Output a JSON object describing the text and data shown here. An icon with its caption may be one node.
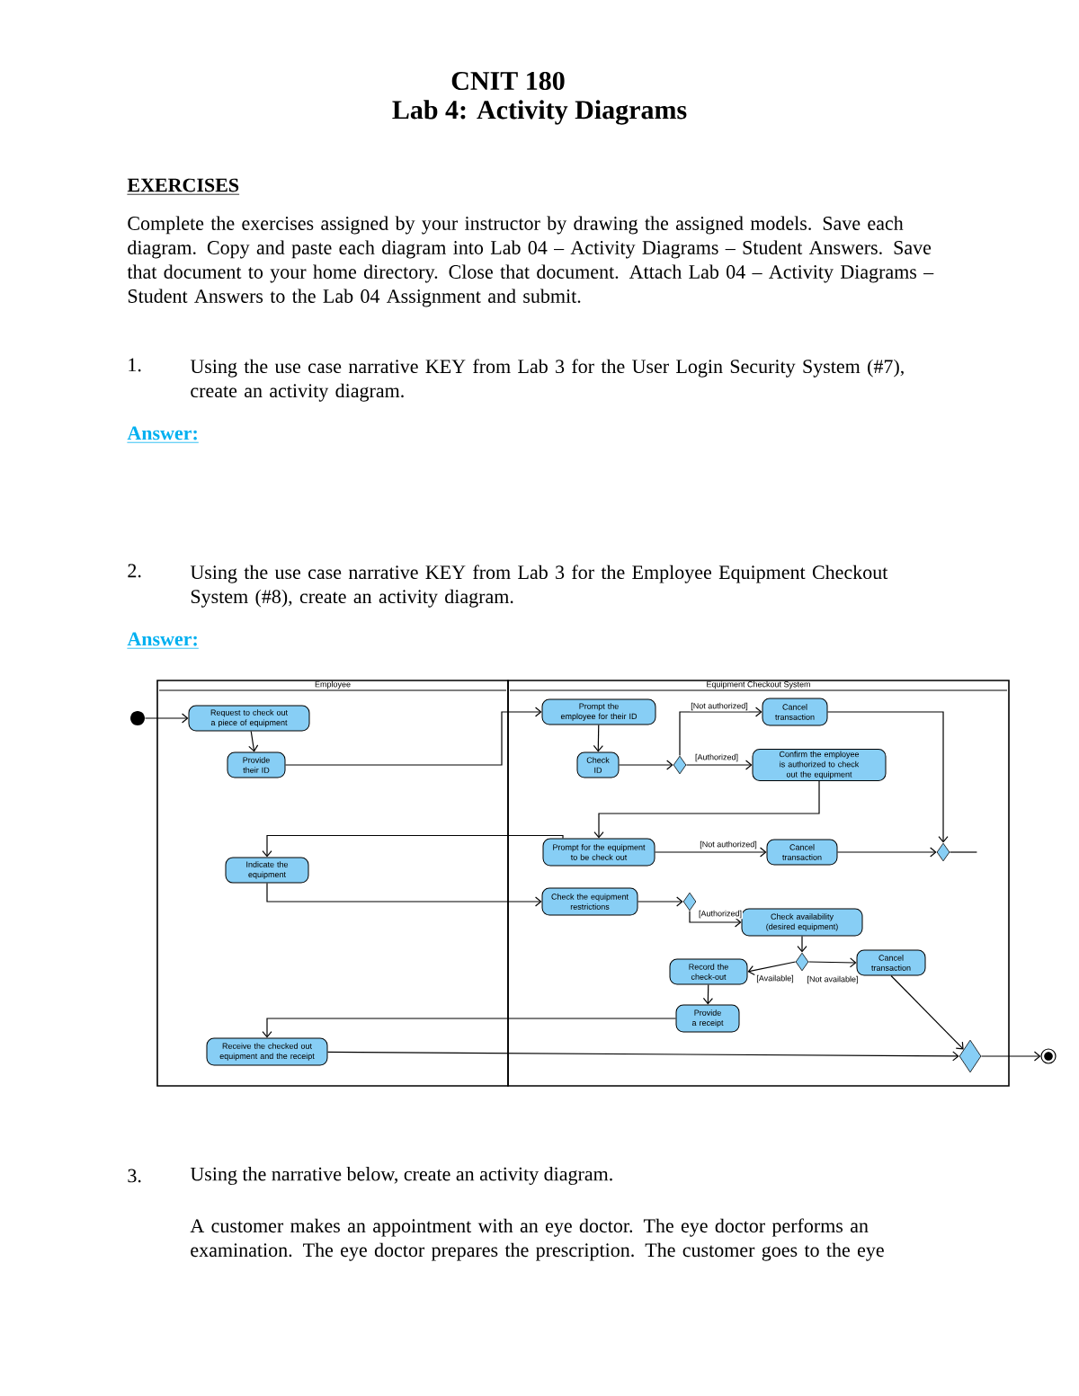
{
  "diagram": {
    "title": "CNIT 180",
    "nodes": [
      {
        "text": [
          "Employee"
        ]
      },
      {
        "text": [
          "Equipment Checkout System"
        ]
      },
      {
        "text": [],
        "shape": "circle"
      },
      {
        "text": [
          "Request to check out a piece of equipment"
        ],
        "in": 0
      },
      {
        "text": [
          "Provide their ID"
        ],
        "in": 0
      },
      {
        "text": [
          "Indicate the equipment"
        ],
        "in": 0
      },
      {
        "text": [
          "Receive the checked out equipment and the receipt"
        ],
        "in": 0
      },
      {
        "text": [
          "Prompt the employee for their ID"
        ],
        "in": 1
      },
      {
        "text": [
          "Check ID"
        ],
        "in": 1
      },
      {
        "text": [],
        "shape": "diamond",
        "in": 1
      },
      {
        "text": [
          "Cancel transaction"
        ],
        "in": 1
      },
      {
        "text": [
          "Confirm the employee is authorized to check out the equipment"
        ],
        "in": 1
      },
      {
        "text": [
          "Prompt for the equipment to be check out"
        ],
        "in": 1
      },
      {
        "text": [
          "Cancel transaction"
        ],
        "in": 1
      },
      {
        "text": [],
        "shape": "diamond",
        "in": 1
      },
      {
        "text": [
          "Check the equipment restrictions"
        ],
        "in": 1
      },
      {
        "text": [],
        "shape": "diamond",
        "in": 1
      },
      {
        "text": [
          "Check availability (desired equipment)"
        ],
        "in": 1
      },
      {
        "text": [],
        "shape": "diamond",
        "in": 1
      },
      {
        "text": [
          "Record the check-out"
        ],
        "in": 1
      },
      {
        "text": [
          "Cancel transaction"
        ],
        "in": 1
      },
      {
        "text": [
          "Provide a receipt"
        ],
        "in": 1
      },
      {
        "text": [],
        "shape": "diamond",
        "in": 1
      },
      {
        "text": [],
        "shape": "circle"
      }
    ],
    "edges": [
      {
        "from": 2,
        "to": 3,
        "arrow": "to"
      },
      {
        "from": 3,
        "to": 4,
        "arrow": "to"
      },
      {
        "from": 4,
        "to": 7,
        "arrow": "to"
      },
      {
        "from": 7,
        "to": 8,
        "arrow": "to"
      },
      {
        "from": 8,
        "to": 9,
        "arrow": "to"
      },
      {
        "from": 9,
        "to": 10,
        "arrow": "to",
        "label": "[Not authorized]"
      },
      {
        "from": 9,
        "to": 11,
        "arrow": "to",
        "label": "[Authorized]"
      },
      {
        "from": 11,
        "to": 12,
        "arrow": "to"
      },
      {
        "from": 12,
        "to": 5,
        "arrow": "to"
      },
      {
        "from": 12,
        "to": 13,
        "arrow": "to",
        "label": "[Not authorized]"
      },
      {
        "from": 13,
        "to": 14,
        "arrow": "to"
      },
      {
        "from": 10,
        "to": 14,
        "arrow": "to"
      },
      {
        "from": 14,
        "to": null,
        "arrow": "none"
      },
      {
        "from": 5,
        "to": 15,
        "arrow": "to"
      },
      {
        "from": 15,
        "to": 16,
        "arrow": "to"
      },
      {
        "from": 16,
        "to": 17,
        "arrow": "to",
        "label": "[Authorized]"
      },
      {
        "from": 17,
        "to": 18,
        "arrow": "to"
      },
      {
        "from": 18,
        "to": 19,
        "arrow": "to",
        "label": "[Available]"
      },
      {
        "from": 18,
        "to": 20,
        "arrow": "to",
        "label": "[Not available]"
      },
      {
        "from": 19,
        "to": 21,
        "arrow": "to"
      },
      {
        "from": 21,
        "to": 6,
        "arrow": "to"
      },
      {
        "from": 20,
        "to": 22,
        "arrow": "to"
      },
      {
        "from": 6,
        "to": 22,
        "arrow": "to"
      },
      {
        "from": 22,
        "to": 23,
        "arrow": "to"
      }
    ],
    "labels": [
      "Lab 4: Activity Diagrams",
      "EXERCISES",
      "Complete the exercises assigned by your instructor by drawing the assigned models.  Save each diagram.  Copy and paste each diagram into Lab 04 – Activity Diagrams – Student Answers. Save that document to your home directory.  Close that document.  Attach Lab 04 – Activity Diagrams – Student Answers to the Lab 04 Assignment and submit.",
      "1.",
      "Using the use case narrative KEY from Lab 3 for the User Login Security System (#7), create an activity diagram.",
      "Answer:",
      "2.",
      "Using the use case narrative KEY from Lab 3 for the Employee Equipment Checkout System (#8), create an activity diagram.",
      "Answer:",
      "3.",
      "Using the narrative below, create an activity diagram.",
      "A customer makes an appointment with an eye doctor. The eye doctor performs an examination. The eye doctor prepares the prescription. The customer goes to the eye"
    ]
  }
}
